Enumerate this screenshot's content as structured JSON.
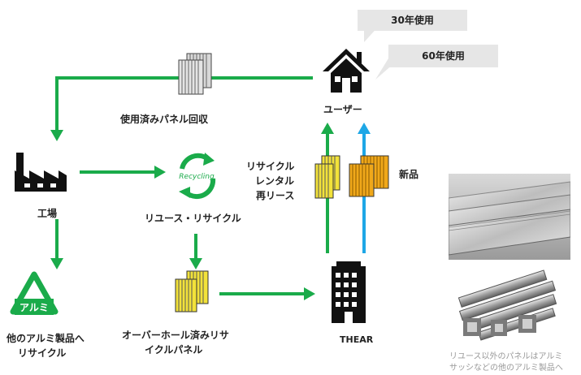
{
  "callouts": {
    "top": "30年使用",
    "second": "60年使用"
  },
  "labels": {
    "user": "ユーザー",
    "collect": "使用済みパネル回収",
    "factory": "工場",
    "reuse": "リユース・リサイクル",
    "rr_line1": "リサイクル",
    "rr_line2": "レンタル",
    "rr_line3": "再リース",
    "new": "新品",
    "alumi_line1": "他のアルミ製品へ",
    "alumi_line2": "リサイクル",
    "overhaul_line1": "オーバーホール済みリサ",
    "overhaul_line2": "イクルパネル",
    "thear": "THEAR",
    "recycling_text": "Recycling",
    "alumi_text": "アルミ",
    "caption_line1": "リユース以外のパネルはアルミ",
    "caption_line2": "サッシなどの他のアルミ製品へ"
  },
  "colors": {
    "green": "#1aab4a",
    "blue": "#1ea7e6",
    "panel_yellow": "#f2e23a",
    "panel_orange": "#f0a81a"
  }
}
